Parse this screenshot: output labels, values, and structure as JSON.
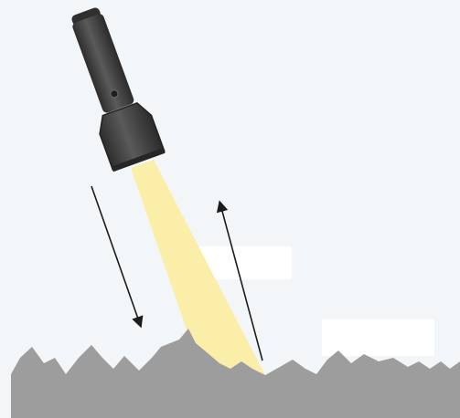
{
  "diagram": {
    "labels": [],
    "elements": [
      "flashlight",
      "light-beam",
      "incident-arrow",
      "reflected-arrow",
      "rough-surface",
      "blank-label-box-1",
      "blank-label-box-2"
    ],
    "colors": {
      "background": "#f3f6f9",
      "flashlight_body": "#4b4b4b",
      "flashlight_dark": "#2f2f2f",
      "beam": "#fbeea8",
      "surface": "#9d9d9d",
      "arrow": "#1c1c1c",
      "label_box": "#ffffff"
    }
  }
}
